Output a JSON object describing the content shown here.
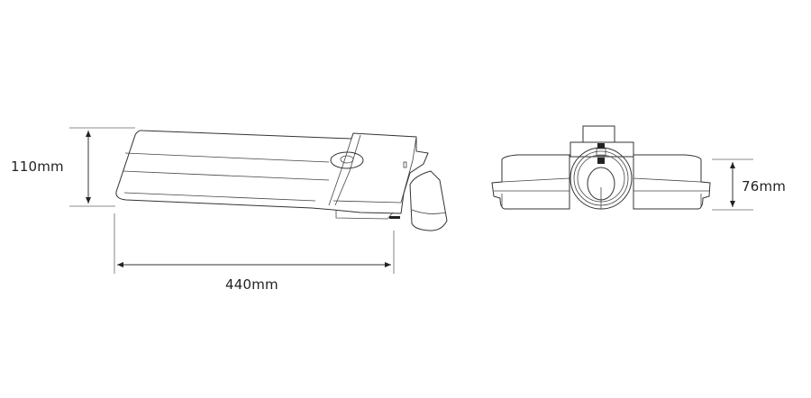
{
  "dimensions": {
    "height_side": "110mm",
    "length_side": "440mm",
    "height_front": "76mm"
  },
  "colors": {
    "line": "#333333",
    "background": "#ffffff"
  }
}
